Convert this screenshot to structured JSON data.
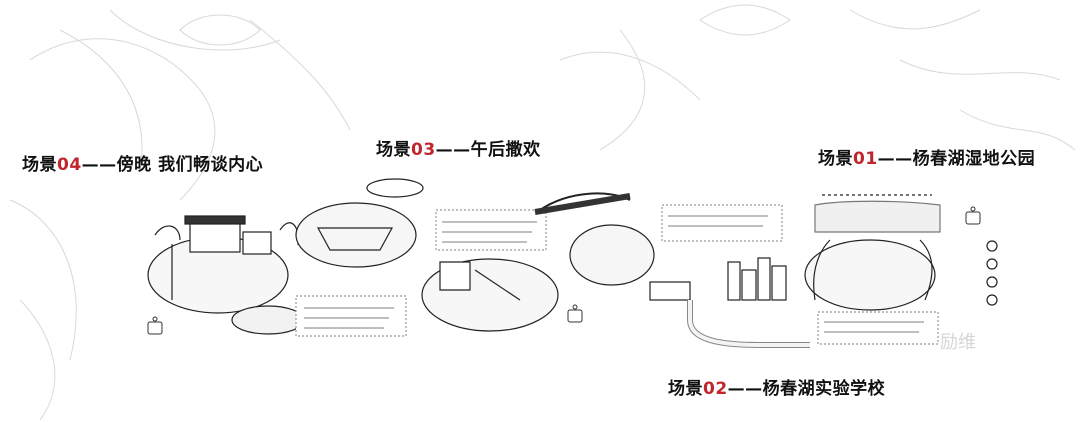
{
  "scenes": [
    {
      "id": "04",
      "prefix": "场景",
      "number": "04",
      "sep": "——",
      "title": "傍晚  我们畅谈内心"
    },
    {
      "id": "03",
      "prefix": "场景",
      "number": "03",
      "sep": "——",
      "title": "午后撒欢"
    },
    {
      "id": "01",
      "prefix": "场景",
      "number": "01",
      "sep": "——",
      "title": "杨春湖湿地公园"
    },
    {
      "id": "02",
      "prefix": "场景",
      "number": "02",
      "sep": "——",
      "title": "杨春湖实验学校"
    }
  ],
  "watermark": "励维",
  "colors": {
    "accent": "#c0262d",
    "ink": "#222222",
    "sketch": "#c9c9c9"
  }
}
